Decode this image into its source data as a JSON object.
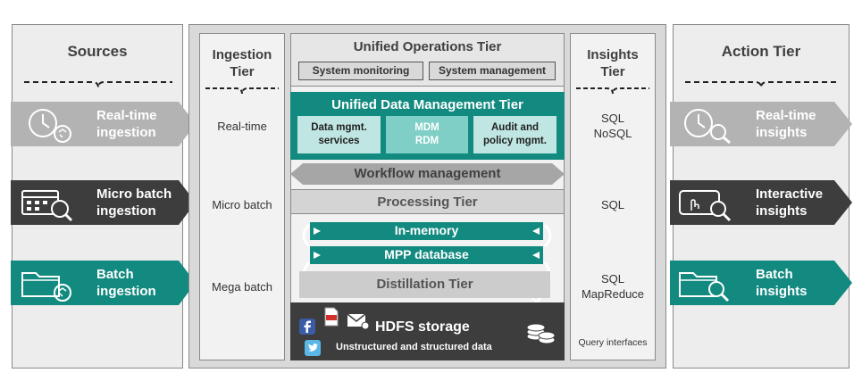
{
  "sources": {
    "title": "Sources",
    "items": [
      {
        "label": "Real-time ingestion",
        "line1": "Real-time",
        "line2": "ingestion",
        "icon": "clock-recycle-icon",
        "color": "#b3b3b3"
      },
      {
        "label": "Micro batch ingestion",
        "line1": "Micro batch",
        "line2": "ingestion",
        "icon": "calendar-search-icon",
        "color": "#3d3d3d"
      },
      {
        "label": "Batch ingestion",
        "line1": "Batch",
        "line2": "ingestion",
        "icon": "folder-recycle-icon",
        "color": "#138a80"
      }
    ]
  },
  "ingestion": {
    "title_line1": "Ingestion",
    "title_line2": "Tier",
    "rows": [
      "Real-time",
      "Micro batch",
      "Mega batch"
    ]
  },
  "center": {
    "ops_title": "Unified Operations Tier",
    "system_monitoring": "System monitoring",
    "system_management": "System management",
    "udm_title": "Unified Data Management Tier",
    "udm_boxes": [
      {
        "line1": "Data mgmt.",
        "line2": "services"
      },
      {
        "line1": "MDM",
        "line2": "RDM"
      },
      {
        "line1": "Audit and",
        "line2": "policy mgmt."
      }
    ],
    "workflow": "Workflow management",
    "processing": "Processing Tier",
    "in_memory": "In-memory",
    "mpp": "MPP database",
    "distillation": "Distillation Tier",
    "hdfs_title": "HDFS storage",
    "hdfs_subtitle": "Unstructured and structured data"
  },
  "insights": {
    "title_line1": "Insights",
    "title_line2": "Tier",
    "rows": [
      {
        "line1": "SQL",
        "line2": "NoSQL"
      },
      {
        "line1": "SQL",
        "line2": ""
      },
      {
        "line1": "SQL",
        "line2": "MapReduce"
      }
    ],
    "query": "Query interfaces"
  },
  "action": {
    "title": "Action Tier",
    "items": [
      {
        "line1": "Real-time",
        "line2": "insights",
        "icon": "clock-search-icon",
        "color": "#b3b3b3"
      },
      {
        "line1": "Interactive",
        "line2": "insights",
        "icon": "touch-search-icon",
        "color": "#3d3d3d"
      },
      {
        "line1": "Batch",
        "line2": "insights",
        "icon": "folder-search-icon",
        "color": "#138a80"
      }
    ]
  },
  "colors": {
    "teal": "#138a80",
    "light_teal": "#7fcfc6",
    "dark": "#3d3d3d",
    "gray_arrow": "#b3b3b3",
    "panel": "#ededed"
  }
}
